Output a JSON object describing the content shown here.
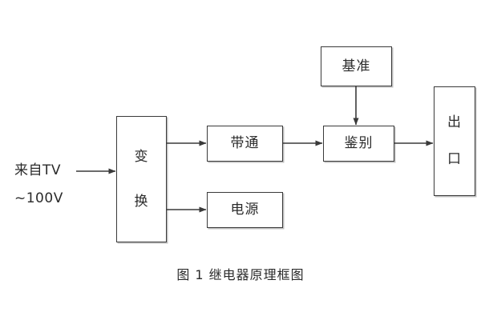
{
  "figure": {
    "caption": "图 1  继电器原理框图",
    "input_label_line1": "来自TV",
    "input_label_line2": "~100V",
    "line_color": "#3a3a3a",
    "text_color": "#2b2b2b",
    "background": "#ffffff"
  },
  "blocks": {
    "transform": {
      "label": "变换",
      "char1": "变",
      "char2": "换"
    },
    "bandpass": {
      "label": "带通"
    },
    "power": {
      "label": "电源"
    },
    "reference": {
      "label": "基准"
    },
    "discriminate": {
      "label": "鉴别"
    },
    "output": {
      "label": "出口",
      "char1": "出",
      "char2": "口"
    }
  },
  "connections": [
    {
      "name": "input-to-transform",
      "from": "来自TV ~100V",
      "to": "变换"
    },
    {
      "name": "transform-to-bandpass",
      "from": "变换",
      "to": "带通"
    },
    {
      "name": "transform-to-power",
      "from": "变换",
      "to": "电源"
    },
    {
      "name": "bandpass-to-discriminate",
      "from": "带通",
      "to": "鉴别"
    },
    {
      "name": "reference-to-discriminate",
      "from": "基准",
      "to": "鉴别"
    },
    {
      "name": "discriminate-to-output",
      "from": "鉴别",
      "to": "出口"
    }
  ]
}
